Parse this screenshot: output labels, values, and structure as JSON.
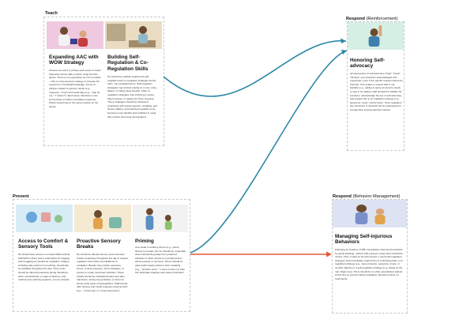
{
  "sections": {
    "teach": "Teach",
    "prevent": "Prevent",
    "respond_reinforcement": {
      "title": "Respond",
      "sub": "(Reinforcement)"
    },
    "respond_behavior": {
      "title": "Respond",
      "sub": "(Behavior Management)"
    }
  },
  "cards": {
    "expanding_aac": {
      "title": "Expanding AAC with WOW Strategy",
      "body": "Choose one word or phrase each week to model frequently across daily routines using his AAC device. There is no expectation for him to imitate—this is a low-pressure strategy to increase his exposure to meaningful language. Focus on phrases related to sensory needs (e.g., \"squeeze,\" \"hug\") and social play (e.g., \"stop for me,\" \"I made it\"). Each week, introduce a new word phrase to build a cumulative repertoire. Words should stay in the same location on his device."
    },
    "self_regulation": {
      "title": "Building Self-Regulation & Co-Regulation Skills",
      "body": "He should be explicitly taught both self-regulation and co-regulation strategies during calm, non-escalated times. Self-regulation strategies may include relying on a mat, using fidgets, or taking deep breaths, while co-regulation strategies may include joy voices, direct presses, or asking for firmer pressure. These strategies should be introduced proactively with visual supports, modeling, and choice-making, and practiced regularly so he becomes more familiar and confident in using them before becoming dysregulated."
    },
    "honoring": {
      "title": "Honoring Self-advocacy",
      "body": "All expressions of self-advocacy (\"help\" \"break\" \"all done\" etc) should be acknowledged with responsive, even if the specific request cannot be honored. If he makes a request that is not feasible (e.g., asking to leave an area he needs to stay in for safety), staff should first validate his emotions, acknowledge his use of self-advocacy, and support him in an regulation strategy (e.g., squeezes, music, comfort item). Once regulated, the instruction or demand can be represented in a supportive and low-demand manner."
    },
    "access_comfort": {
      "title": "Access to Comfort & Sensory Tools",
      "body": "He should have access to a small stuffed animal (Stitch/Pom-Pom) and a small pillow for hugging and snuggling as needed for regulation. Fidgets, including safe options for mouthing, should also be available throughout the day. These tools should be offered proactively during transitions, when overwhelmed, or signs of distress, and reinforced as calming supports—not as rewards."
    },
    "proactive_sensory": {
      "title": "Proactive Sensory Breaks",
      "body": "He should be offered sensory and movement breaks proactively throughout the day to support regulation and reduce the likelihood of escalation. Breaks may include squeezes, stomp, or deep pressure, brief massages, or access to a safe movement activities. These breaks should be embedded before and after transitions, during long activities, or when he shows early signs of dysregulation. Staff should offer choices and model requests using his AAC (e.g., \"I need hug\" or \"I need squeezes\")."
    },
    "priming": {
      "title": "Priming",
      "body": "Use visual or auditory timers (e.g., phone timers) to prepare him for transitions, especially when transitioning away from preferred activities or when access to a preferred item will be paused or removed. Timers should be paired with simple verbal or AAC modeling (e.g., \"All done soon\", \"1 more minute\") to help him anticipate changes and reduce frustration."
    },
    "managing": {
      "title": "Managing Self-injurious Behaviors",
      "body": "Following an instance of SIB, immediately interrupt the behavior by gently blocking, redirect with pressure using hand redirection means. Then, model on his AAC device \"I need [self-regulation strategy]\" and immediately support him in continuing either a co-regulation strategy (e.g., deep pressure, squeezes, music, or comfort objects) or a self-regulation strategy (e.g., laying on the mat, fidget toys). There should be no other expectations placed at this time to prevent further escalation. Remain neutral, no reprimands."
    }
  }
}
